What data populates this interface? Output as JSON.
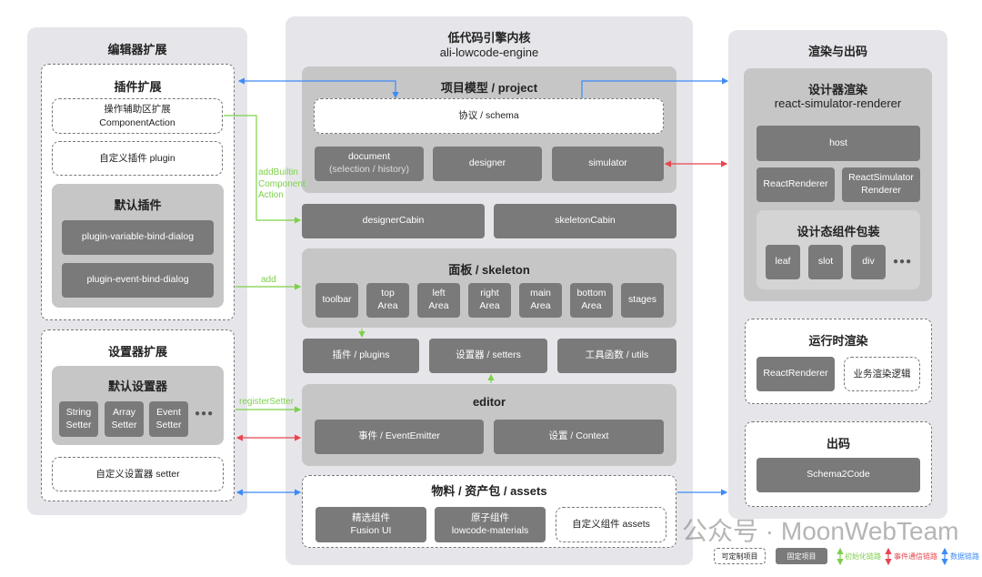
{
  "colors": {
    "init": "#7ed04b",
    "event": "#e8464f",
    "data": "#3d8af7",
    "fixed": "#7a7a7a",
    "panel": "#e6e6ea"
  },
  "left": {
    "title": "编辑器扩展",
    "plugin_ext": {
      "title": "插件扩展",
      "component_action": [
        "操作辅助区扩展",
        "ComponentAction"
      ],
      "custom_plugin": "自定义插件 plugin",
      "default_plugins": {
        "title": "默认插件",
        "items": [
          "plugin-variable-bind-dialog",
          "plugin-event-bind-dialog"
        ]
      }
    },
    "setter_ext": {
      "title": "设置器扩展",
      "default_setters": {
        "title": "默认设置器",
        "items": [
          [
            "String",
            "Setter"
          ],
          [
            "Array",
            "Setter"
          ],
          [
            "Event",
            "Setter"
          ]
        ],
        "more": "●●●"
      },
      "custom_setter": "自定义设置器 setter"
    }
  },
  "center": {
    "title": "低代码引擎内核",
    "subtitle": "ali-lowcode-engine",
    "project": {
      "title": "项目模型 / project",
      "schema": "协议 / schema",
      "document": "document",
      "document_sub": "(selection / history)",
      "designer": "designer",
      "simulator": "simulator"
    },
    "designer_cabin": "designerCabin",
    "skeleton_cabin": "skeletonCabin",
    "skeleton": {
      "title": "面板 / skeleton",
      "items": [
        [
          "toolbar"
        ],
        [
          "top",
          "Area"
        ],
        [
          "left",
          "Area"
        ],
        [
          "right",
          "Area"
        ],
        [
          "main",
          "Area"
        ],
        [
          "bottom",
          "Area"
        ],
        [
          "stages"
        ]
      ]
    },
    "plugins": "插件 / plugins",
    "setters": "设置器 / setters",
    "utils": "工具函数 / utils",
    "editor": {
      "title": "editor",
      "event_emitter": "事件 / EventEmitter",
      "context": "设置 / Context"
    },
    "assets": {
      "title": "物料 / 资产包 / assets",
      "fusion": [
        "精选组件",
        "Fusion UI"
      ],
      "materials": [
        "原子组件",
        "lowcode-materials"
      ],
      "custom": "自定义组件 assets"
    }
  },
  "right": {
    "title": "渲染与出码",
    "designer_render": {
      "title": "设计器渲染",
      "subtitle": "react-simulator-renderer",
      "host": "host",
      "react_renderer": "ReactRenderer",
      "simulator_renderer": [
        "ReactSimulator",
        "Renderer"
      ],
      "wrap": {
        "title": "设计态组件包装",
        "items": [
          "leaf",
          "slot",
          "div"
        ],
        "more": "●●●"
      }
    },
    "runtime": {
      "title": "运行时渲染",
      "react_renderer": "ReactRenderer",
      "logic": "业务渲染逻辑"
    },
    "codegen": {
      "title": "出码",
      "schema2code": "Schema2Code"
    }
  },
  "links": {
    "add_builtin": [
      "addBuiltin",
      "Component",
      "Action"
    ],
    "add": "add",
    "register_setter": "registerSetter"
  },
  "legend": {
    "custom": "可定制项目",
    "fixed": "固定项目",
    "init": "初始化链路",
    "event": "事件通信链路",
    "data": "数据链路"
  },
  "watermark": "公众号 · MoonWebTeam"
}
